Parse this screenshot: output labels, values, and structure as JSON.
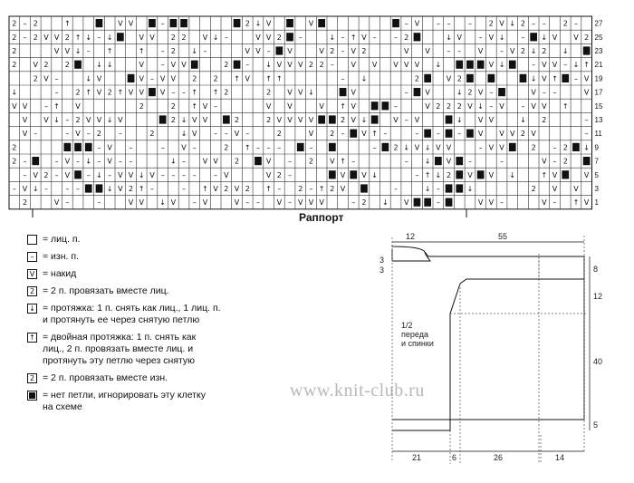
{
  "chart": {
    "row_numbers": [
      "27",
      "25",
      "23",
      "21",
      "19",
      "17",
      "15",
      "13",
      "11",
      "9",
      "7",
      "5",
      "3",
      "1"
    ],
    "rapport_label": "Раппорт"
  },
  "legend": {
    "items": [
      {
        "glyph": "",
        "text": "= лиц. п."
      },
      {
        "glyph": "–",
        "text": "= изн. п."
      },
      {
        "glyph": "V",
        "text": "= накид"
      },
      {
        "glyph": "2",
        "text": "= 2 п. провязать вместе лиц."
      },
      {
        "glyph": "↓",
        "text": "= протяжка: 1 п. снять как лиц., 1 лиц. п.\nи протянуть ее через снятую петлю"
      },
      {
        "glyph": "↑",
        "text": "= двойная протяжка: 1 п. снять как\nлиц., 2 п. провязать вместе лиц. и\nпротянуть эту петлю через снятую"
      },
      {
        "glyph": "2",
        "text": "= 2 п. провязать вместе изн."
      },
      {
        "glyph": "dark",
        "text": "= нет петли, игнорировать эту клетку\nна схеме"
      }
    ]
  },
  "watermark": "www.knit-club.ru",
  "pattern": {
    "top_dims": [
      "12",
      "55"
    ],
    "left_dims": [
      "3",
      "3"
    ],
    "right_dims": [
      "8",
      "12",
      "40",
      "5"
    ],
    "bottom_dims": [
      "21",
      "6",
      "26",
      "14"
    ],
    "label": "1/2\nпереда\nи спинки"
  },
  "colors": {
    "ink": "#111111",
    "watermark": "#b9b9b9",
    "dim_line": "#555555"
  }
}
